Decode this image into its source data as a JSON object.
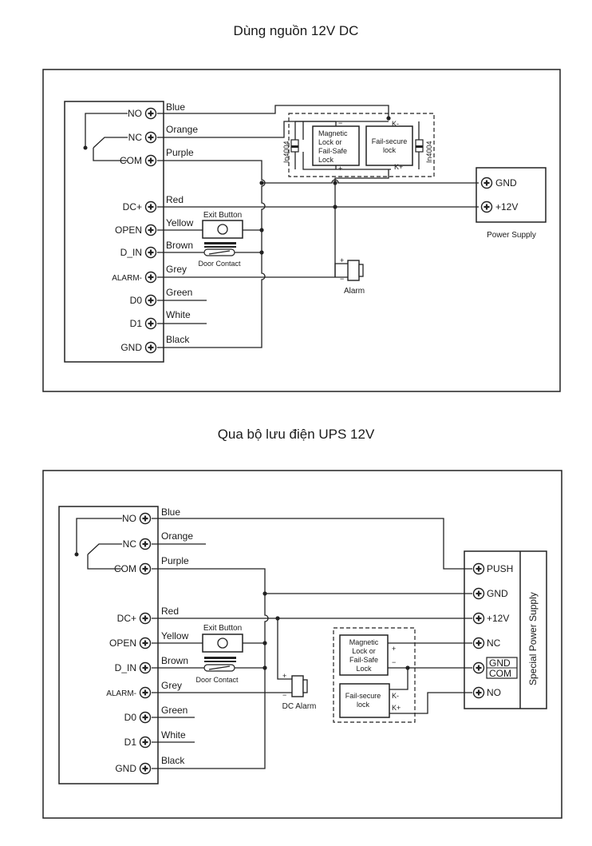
{
  "diagram1": {
    "title": "Dùng nguồn 12V DC",
    "terminals": [
      "NO",
      "NC",
      "COM",
      "DC+",
      "OPEN",
      "D_IN",
      "ALARM-",
      "D0",
      "D1",
      "GND"
    ],
    "wires": [
      "Blue",
      "Orange",
      "Purple",
      "Red",
      "Yellow",
      "Brown",
      "Grey",
      "Green",
      "White",
      "Black"
    ],
    "exit_button": "Exit Button",
    "door_contact": "Door Contact",
    "lock_magnetic": [
      "Magnetic",
      "Lock or",
      "Fail-Safe",
      "Lock"
    ],
    "lock_failsecure": [
      "Fail-secure",
      "lock"
    ],
    "diode": "In4004",
    "k_minus": "K-",
    "k_plus": "K+",
    "plus": "+",
    "minus": "−",
    "power_gnd": "GND",
    "power_12v": "+12V",
    "power_label": "Power Supply",
    "alarm": "Alarm"
  },
  "diagram2": {
    "title": "Qua bộ lưu điện UPS 12V",
    "terminals": [
      "NO",
      "NC",
      "COM",
      "DC+",
      "OPEN",
      "D_IN",
      "ALARM-",
      "D0",
      "D1",
      "GND"
    ],
    "wires": [
      "Blue",
      "Orange",
      "Purple",
      "Red",
      "Yellow",
      "Brown",
      "Grey",
      "Green",
      "White",
      "Black"
    ],
    "exit_button": "Exit Button",
    "door_contact": "Door Contact",
    "lock_magnetic": [
      "Magnetic",
      "Lock or",
      "Fail-Safe",
      "Lock"
    ],
    "lock_failsecure": [
      "Fail-secure",
      "lock"
    ],
    "k_minus": "K-",
    "k_plus": "K+",
    "plus": "+",
    "minus": "−",
    "ups_terminals": [
      "PUSH",
      "GND",
      "+12V",
      "NC",
      "GND",
      "COM",
      "NO"
    ],
    "ups_label": "Special Power Supply",
    "alarm": "DC Alarm"
  }
}
